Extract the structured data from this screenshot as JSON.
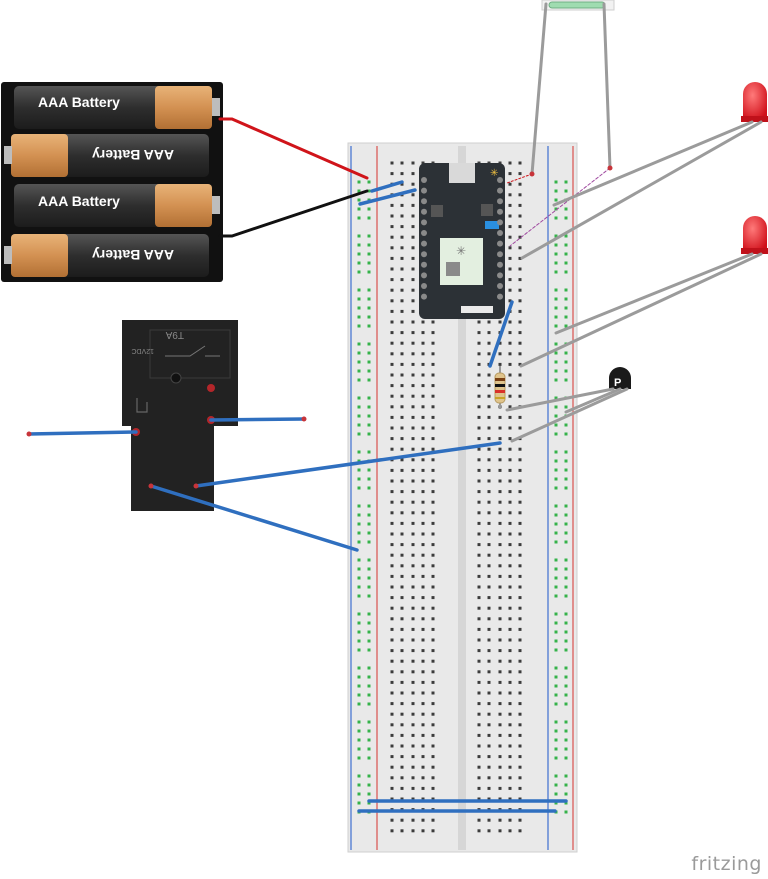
{
  "app": {
    "watermark": "fritzing"
  },
  "battery_pack": {
    "cells": [
      {
        "label": "AAA Battery",
        "orientation": "normal"
      },
      {
        "label": "AAA Battery",
        "orientation": "flipped"
      },
      {
        "label": "AAA Battery",
        "orientation": "normal"
      },
      {
        "label": "AAA Battery",
        "orientation": "flipped"
      }
    ]
  },
  "relay": {
    "model_text": "T9A",
    "voltage_text": "12VDC"
  },
  "transistor": {
    "marking": "P"
  },
  "colors": {
    "wire_red": "#d0141a",
    "wire_black": "#111111",
    "wire_blue": "#2f6fbf",
    "wire_gray": "#9b9b9b",
    "led_red": "#e0141c",
    "breadboard": "#e6e6e6",
    "rail_red": "#d9534f",
    "rail_blue": "#3f6fd0"
  }
}
